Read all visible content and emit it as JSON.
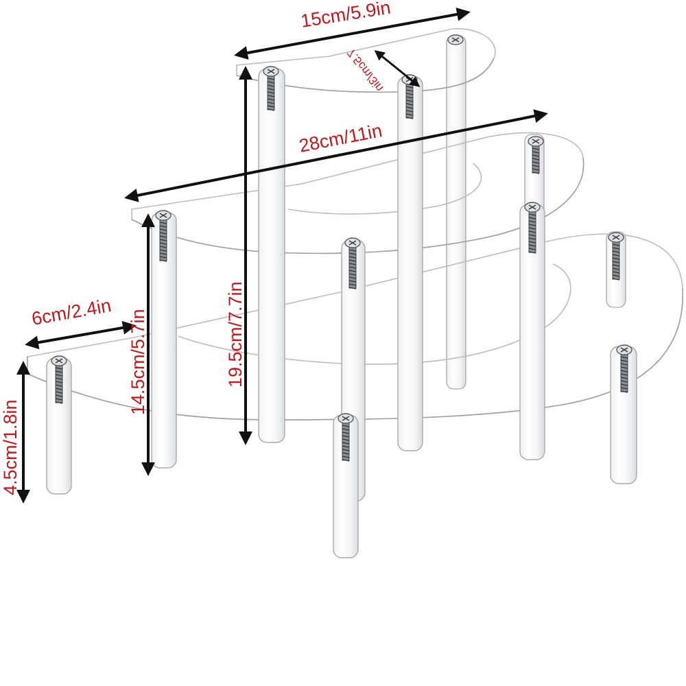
{
  "dimensions": {
    "top_width": "15cm/5.9in",
    "top_depth": "7.5cm/3in",
    "middle_width": "28cm/11in",
    "small_width": "6cm/2.4in",
    "top_height": "19.5cm/7.7in",
    "middle_height": "14.5cm/5.7in",
    "bottom_height": "4.5cm/1.8in"
  },
  "colors": {
    "label": "#c0181b",
    "arrow": "#111111",
    "acrylic_edge": "#9ea2a7"
  },
  "icons": {
    "screw": "screw-icon",
    "arrow": "double-arrow"
  }
}
